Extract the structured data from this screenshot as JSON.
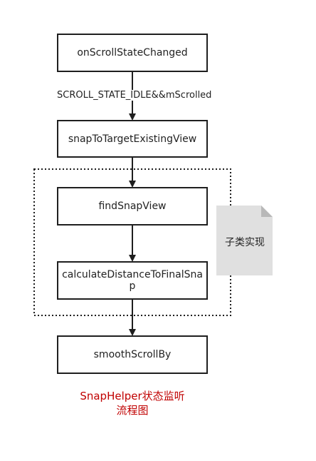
{
  "nodes": {
    "on_scroll_state_changed": "onScrollStateChanged",
    "snap_to_target_existing_view": "snapToTargetExistingView",
    "find_snap_view": "findSnapView",
    "calculate_distance_line1": "calculateDistanceToFinalSna",
    "calculate_distance_line2": "p",
    "smooth_scroll_by": "smoothScrollBy"
  },
  "edge_labels": {
    "condition": "SCROLL_STATE_IDLE&&mScrolled"
  },
  "note": "子类实现",
  "caption": {
    "line1": "SnapHelper状态监听",
    "line2": "流程图"
  },
  "colors": {
    "stroke": "#1f1f1f",
    "note_fill": "#e0e0e0",
    "caption": "#c00000"
  }
}
